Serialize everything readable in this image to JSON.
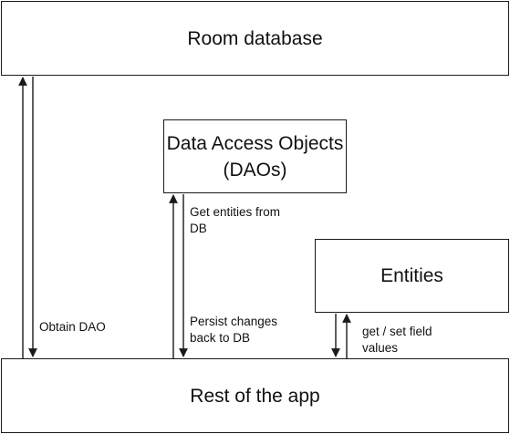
{
  "nodes": {
    "room": "Room database",
    "dao_line1": "Data Access Objects",
    "dao_line2": "(DAOs)",
    "entities": "Entities",
    "app": "Rest of the app"
  },
  "edge_labels": {
    "obtain_dao": "Obtain DAO",
    "get_entities_l1": "Get entities from",
    "get_entities_l2": "DB",
    "persist_l1": "Persist changes",
    "persist_l2": "back to DB",
    "field_l1": "get / set field",
    "field_l2": "values"
  },
  "colors": {
    "stroke": "#1a1a1a",
    "text": "#111111",
    "background": "#ffffff"
  }
}
